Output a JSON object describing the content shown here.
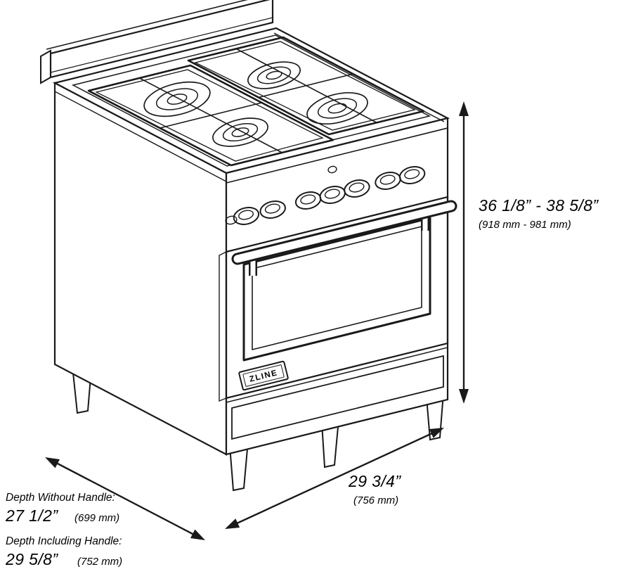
{
  "brand": {
    "logo_text": "ZLINE"
  },
  "dimensions": {
    "height": {
      "imperial": "36 1/8” - 38 5/8”",
      "metric": "(918 mm - 981 mm)"
    },
    "width": {
      "imperial": "29 3/4”",
      "metric": "(756 mm)"
    },
    "depth_without_handle": {
      "label": "Depth Without Handle:",
      "imperial": "27 1/2”",
      "metric": "(699 mm)"
    },
    "depth_including_handle": {
      "label": "Depth Including Handle:",
      "imperial": "29 5/8”",
      "metric": "(752 mm)"
    }
  }
}
